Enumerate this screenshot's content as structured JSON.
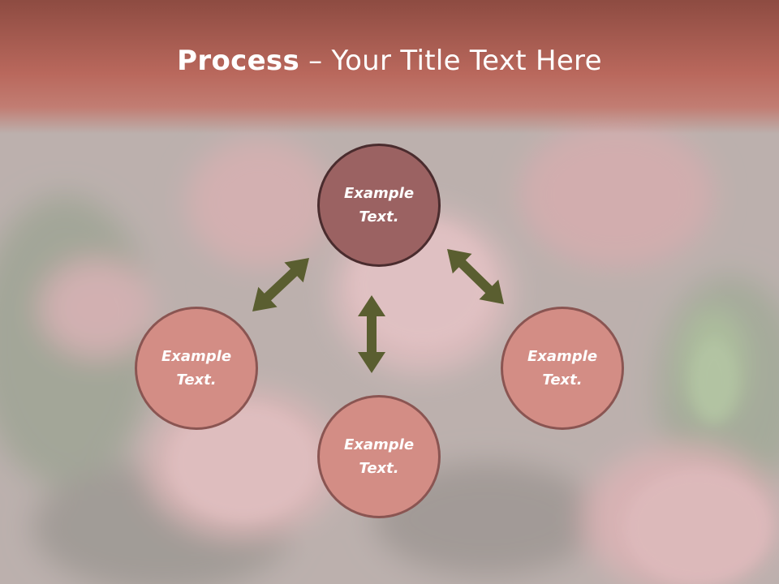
{
  "slide": {
    "title_bold": "Process",
    "title_rest": " – Your Title Text Here"
  },
  "diagram": {
    "nodes": {
      "top": "Example\nText.",
      "left": "Example\nText.",
      "bottom": "Example\nText.",
      "right": "Example\nText."
    }
  },
  "colors": {
    "title_band": "#b86558",
    "top_circle": "#9b6262",
    "side_circles": "#d38d85",
    "arrows": "#5a5e30"
  },
  "icons": {
    "arrow": "double-headed-arrow"
  }
}
